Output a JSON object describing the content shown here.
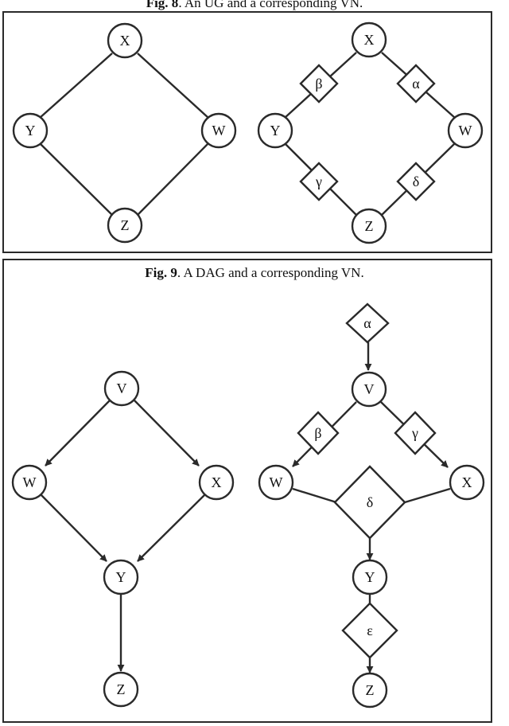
{
  "fig8": {
    "caption_num": "Fig. 8",
    "caption_text": ". An UG and a corresponding VN.",
    "ug_labels": {
      "X": "X",
      "Y": "Y",
      "W": "W",
      "Z": "Z"
    },
    "vn_labels": {
      "X": "X",
      "Y": "Y",
      "W": "W",
      "Z": "Z",
      "beta": "β",
      "alpha": "α",
      "gamma": "γ",
      "delta": "δ"
    }
  },
  "fig9": {
    "caption_num": "Fig. 9",
    "caption_text": ". A DAG and a corresponding VN.",
    "dag_labels": {
      "V": "V",
      "W": "W",
      "X": "X",
      "Y": "Y",
      "Z": "Z"
    },
    "vn_labels": {
      "alpha": "α",
      "V": "V",
      "beta": "β",
      "gamma": "γ",
      "W": "W",
      "X": "X",
      "delta": "δ",
      "Y": "Y",
      "epsilon": "ε",
      "Z": "Z"
    }
  }
}
